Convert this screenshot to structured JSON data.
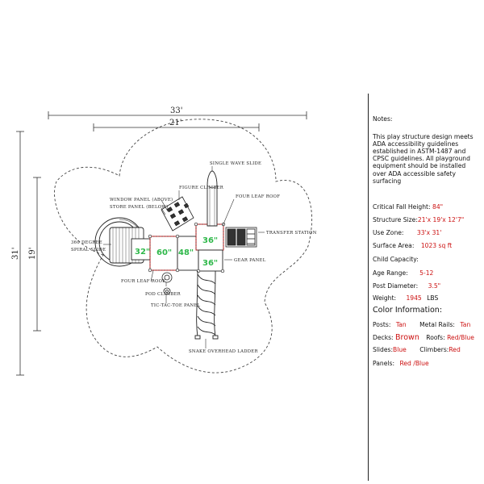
{
  "dimensions": {
    "overall_width": "33'",
    "structure_width": "21'",
    "overall_depth": "31'",
    "structure_depth": "19'"
  },
  "labels": {
    "single_wave_slide": "SINGLE WAVE SLIDE",
    "figure_climber": "FIGURE CLIMBER",
    "window_panel": "WINDOW PANEL (ABOVE)",
    "store_panel": "STORE PANEL (BELOW)",
    "four_leaf_roof_right": "FOUR LEAF ROOF",
    "spiral_slide_1": "360 DEGREE",
    "spiral_slide_2": "SPIRAL SLIDE",
    "transfer_station": "TRANSFER STATION",
    "gear_panel": "GEAR PANEL",
    "four_leaf_roof_left": "FOUR LEAF ROOF",
    "pod_climber": "POD CLIMBER",
    "tic_tac_toe_panel": "TIC-TAC-TOE PANEL",
    "snake_overhead_ladder": "SNAKE OVERHEAD LADDER"
  },
  "deck_heights": {
    "left_small": "32\"",
    "center": "60\"",
    "center_right": "48\"",
    "upper_right": "36\"",
    "lower_right": "36\""
  },
  "notes": {
    "heading": "Notes:",
    "body": "This play structure design meets ADA accessibility guidelines established in ASTM-1487 and CPSC guidelines. All playground equipment should be installed over ADA accessible safety surfacing",
    "critical_fall_height_label": "Critical Fall Height:",
    "critical_fall_height_value": "84\"",
    "structure_size_label": "Structure Size:",
    "structure_size_value": "21'x 19'x 12'7\"",
    "use_zone_label": "Use Zone:",
    "use_zone_value": "33'x 31'",
    "surface_area_label": "Surface Area:",
    "surface_area_value": "1023 sq ft",
    "child_capacity_label": "Child Capacity:",
    "age_range_label": "Age Range:",
    "age_range_value": "5-12",
    "post_diameter_label": "Post Diameter:",
    "post_diameter_value": "3.5\"",
    "weight_label": "Weight:",
    "weight_value": "1945",
    "weight_unit": "LBS",
    "color_heading": "Color Information:",
    "posts_label": "Posts:",
    "posts_value": "Tan",
    "metal_rails_label": "Metal Rails:",
    "metal_rails_value": "Tan",
    "decks_label": "Decks:",
    "decks_value": "Brown",
    "roofs_label": "Roofs:",
    "roofs_value": "Red/Blue",
    "slides_label": "Slides:",
    "slides_value": "Blue",
    "climbers_label": "Climbers:",
    "climbers_value": "Red",
    "panels_label": "Panels:",
    "panels_value": "Red /Blue"
  },
  "colors": {
    "value_red": "#cc1111",
    "deck_green": "#2fb84a",
    "deck_outline_red": "#d42222",
    "line": "#222222"
  }
}
